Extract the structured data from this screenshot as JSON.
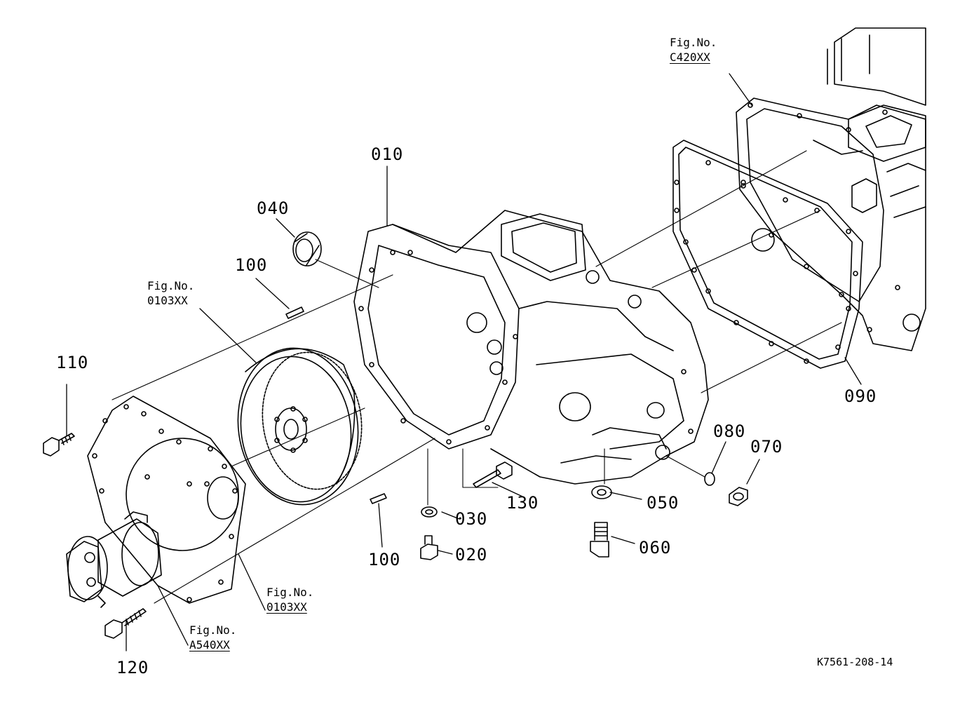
{
  "diagram_code": "K7561-208-14",
  "part_labels": {
    "p010": "010",
    "p040": "040",
    "p100a": "100",
    "p100b": "100",
    "p110": "110",
    "p120": "120",
    "p130": "130",
    "p030": "030",
    "p020": "020",
    "p050": "050",
    "p060": "060",
    "p070": "070",
    "p080": "080",
    "p090": "090"
  },
  "figure_refs": {
    "fig_c420": {
      "label": "Fig.No.",
      "number": "C420XX"
    },
    "fig_0103_top": {
      "label": "Fig.No.",
      "number": "0103XX"
    },
    "fig_0103_bottom": {
      "label": "Fig.No.",
      "number": "0103XX"
    },
    "fig_a540": {
      "label": "Fig.No.",
      "number": "A540XX"
    }
  }
}
